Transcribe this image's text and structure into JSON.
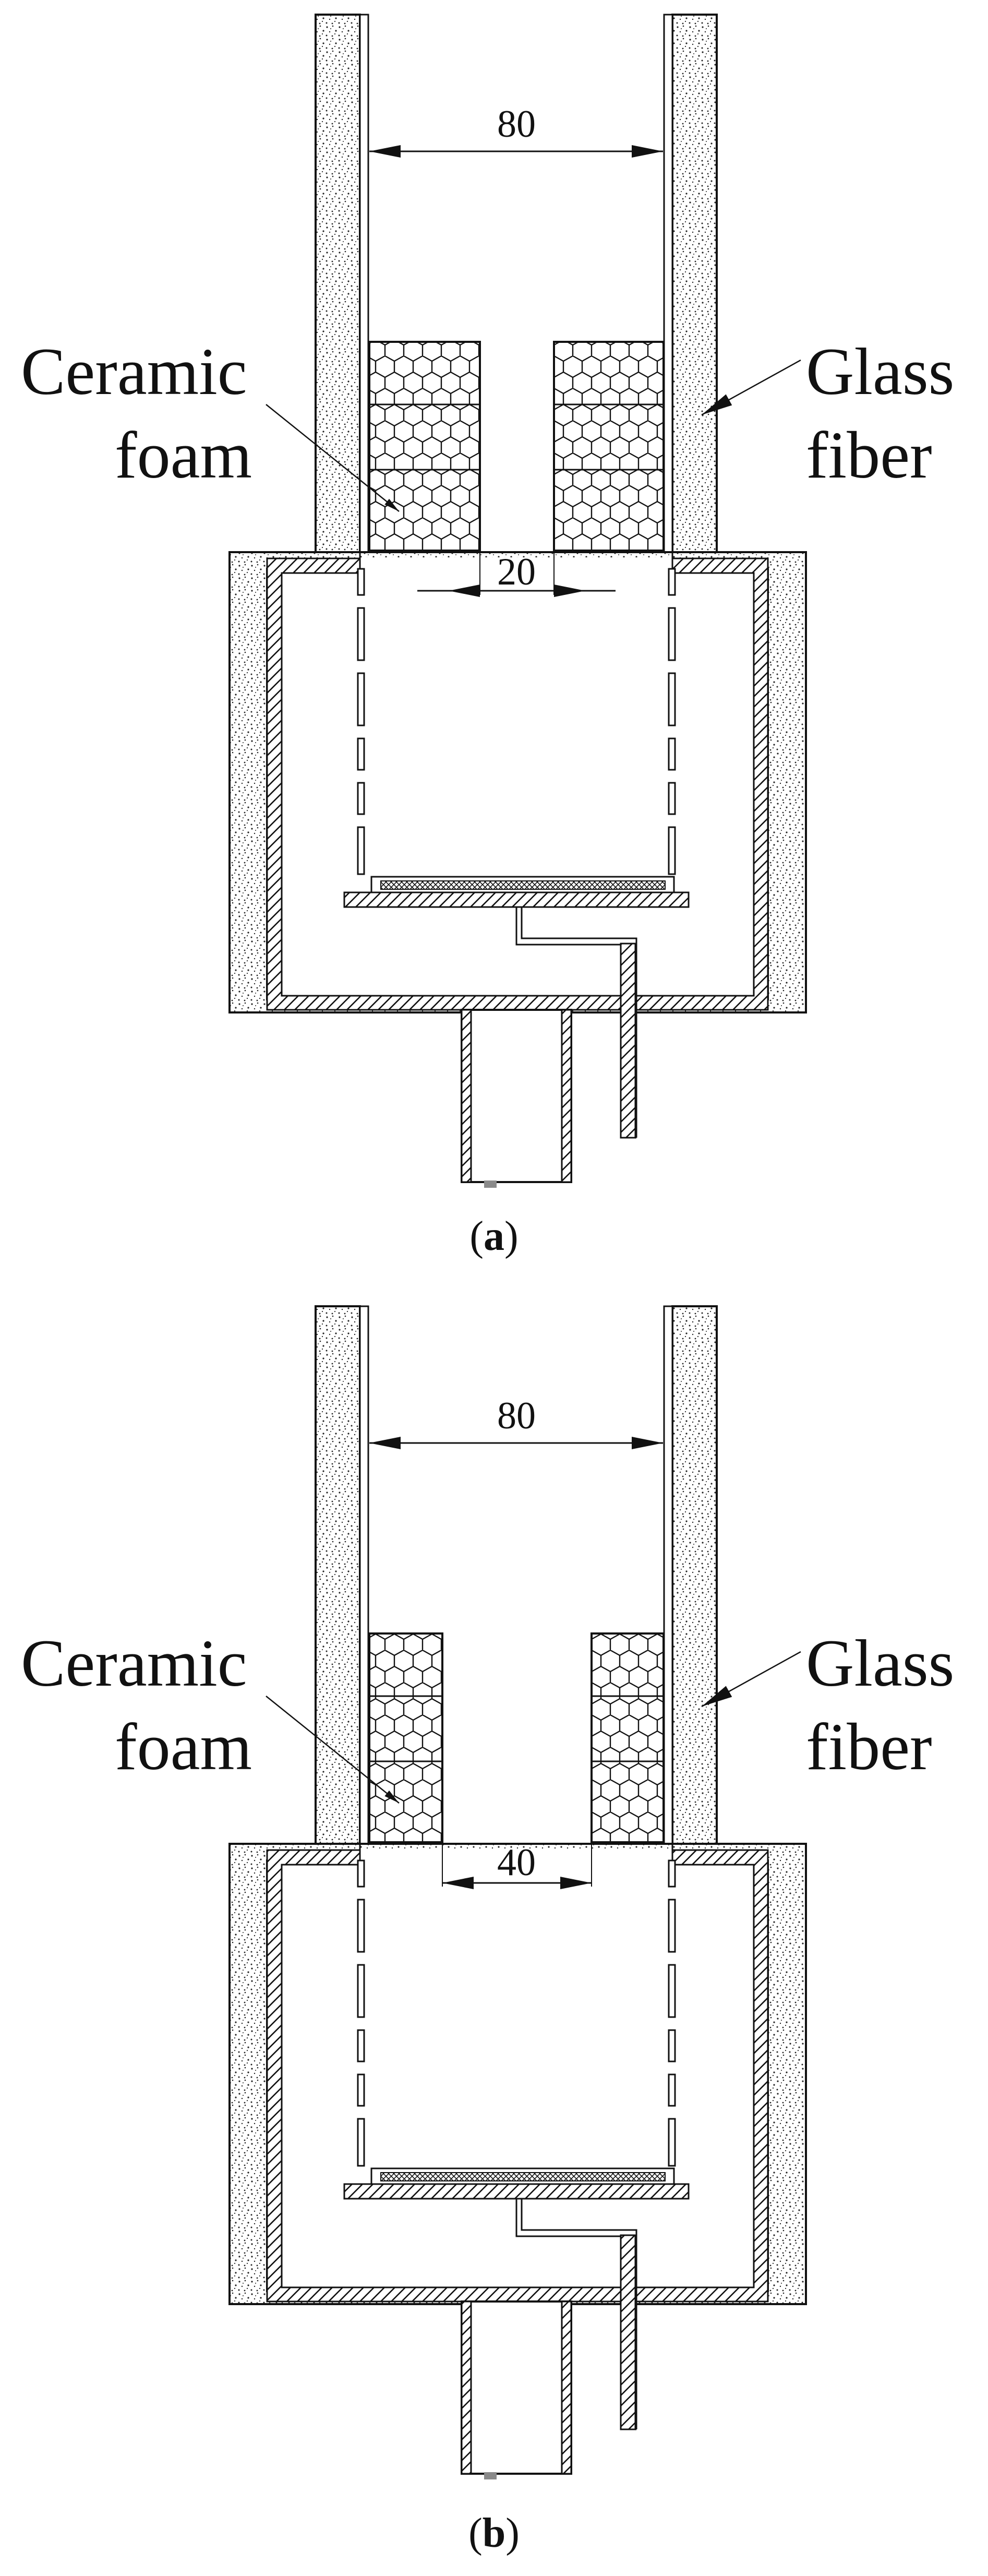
{
  "panels": [
    {
      "id": "a",
      "caption_open": "(",
      "caption_letter": "a",
      "caption_close": ")",
      "labels": {
        "ceramic_foam_1": "Ceramic",
        "ceramic_foam_2": "foam",
        "glass_fiber_1": "Glass",
        "glass_fiber_2": "fiber"
      },
      "dimensions": {
        "tube_width": "80",
        "orifice_width": "20"
      }
    },
    {
      "id": "b",
      "caption_open": "(",
      "caption_letter": "b",
      "caption_close": ")",
      "labels": {
        "ceramic_foam_1": "Ceramic",
        "ceramic_foam_2": "foam",
        "glass_fiber_1": "Glass",
        "glass_fiber_2": "fiber"
      },
      "dimensions": {
        "tube_width": "80",
        "orifice_width": "40"
      }
    }
  ],
  "colors": {
    "line": "#111111",
    "background": "#ffffff",
    "drain": "#8a8a8a"
  }
}
